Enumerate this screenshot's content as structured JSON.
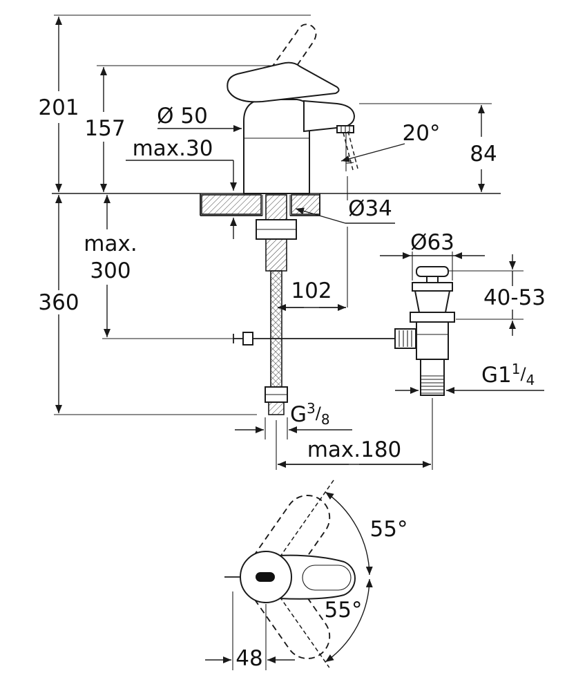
{
  "drawing": {
    "dims": {
      "h201": "201",
      "h157": "157",
      "dia50": "Ø 50",
      "deck": "max.30",
      "angle20": "20°",
      "h84": "84",
      "dia34": "Ø34",
      "hose_a": "max.",
      "hose_b": "300",
      "h360": "360",
      "reach102": "102",
      "dia63": "Ø63",
      "clamp": "40-53",
      "g114": "G1",
      "g114n": "1",
      "g114s": "/",
      "g114d": "4",
      "g38": "G",
      "g38n": "3",
      "g38s": "/",
      "g38d": "8",
      "span": "max.180",
      "swivel_up": "55°",
      "swivel_down": "55°",
      "w48": "48"
    }
  }
}
